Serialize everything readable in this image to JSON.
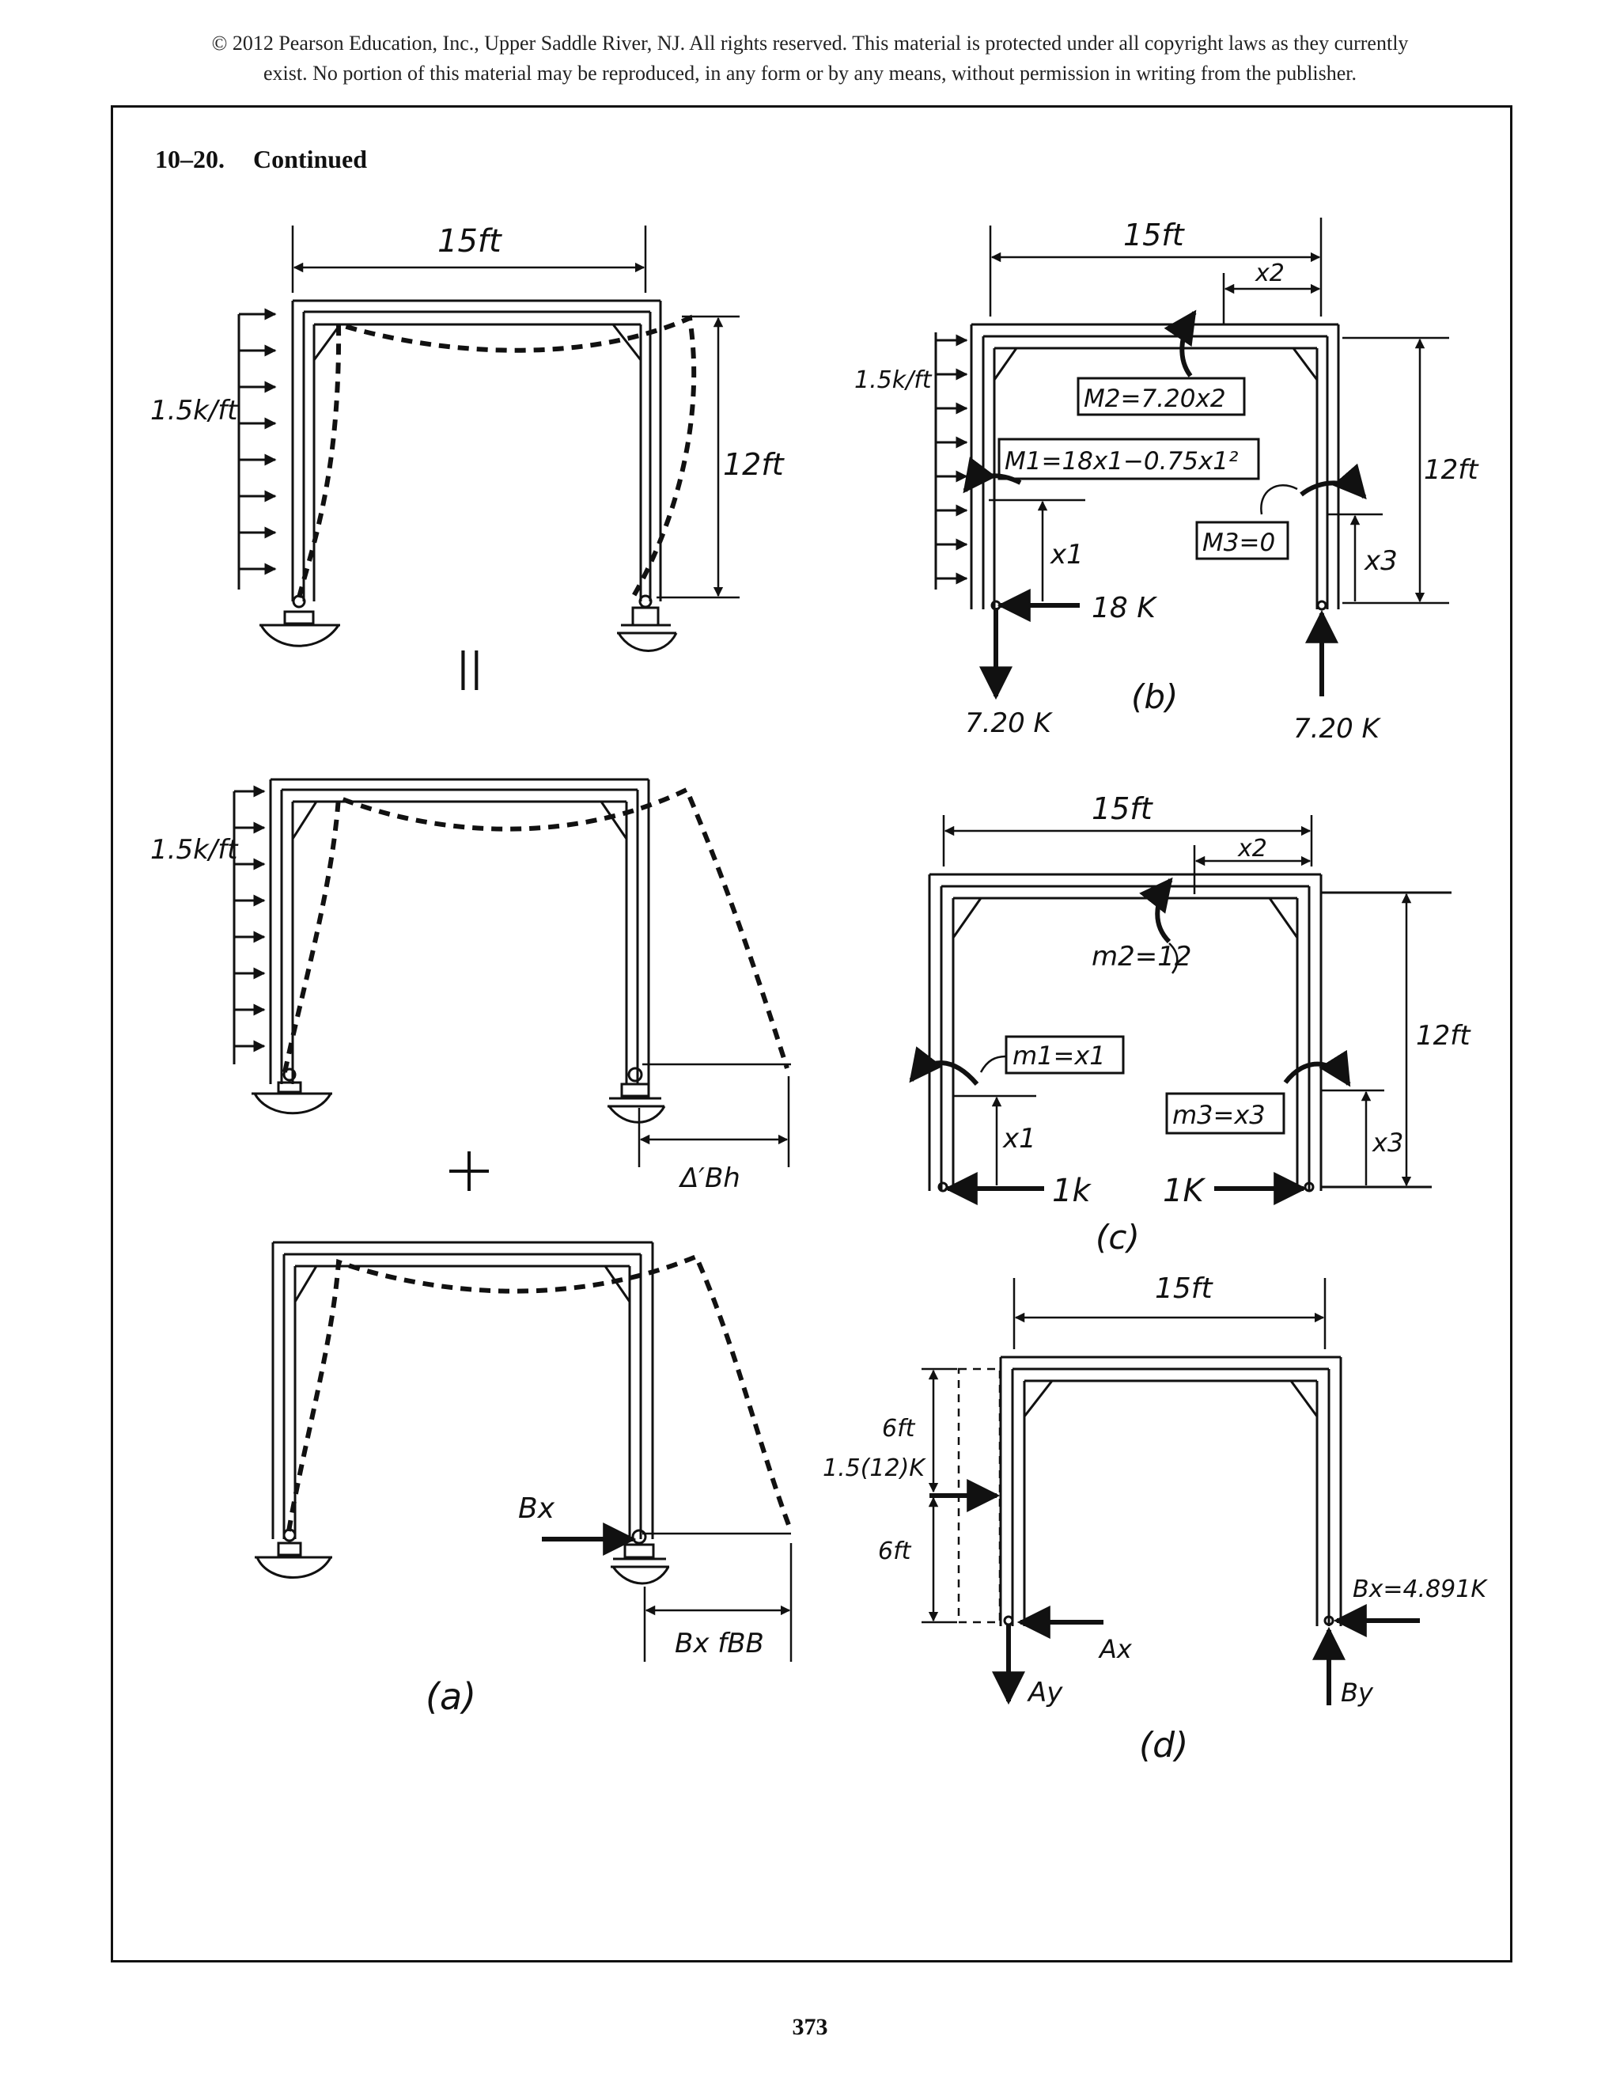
{
  "header": {
    "copyright_line1": "© 2012 Pearson Education, Inc., Upper Saddle River, NJ.  All rights reserved. This material is protected under all copyright laws as they currently",
    "copyright_line2": "exist. No portion of this material may be reproduced, in any form or by any means, without permission in writing from the publisher."
  },
  "problem": {
    "number": "10–20.",
    "status": "Continued"
  },
  "page_number": "373",
  "figures": {
    "frame1": {
      "span": "15ft",
      "height": "12ft",
      "load": "1.5k/ft"
    },
    "equals": "||",
    "frame2": {
      "load": "1.5k/ft",
      "delta": "Δ′Bh"
    },
    "plus": "+",
    "frame3": {
      "force": "Bx",
      "delta": "Bx fBB"
    },
    "caption_a": "(a)",
    "frame_b": {
      "span": "15ft",
      "height": "12ft",
      "load": "1.5k/ft",
      "x2": "x2",
      "m2": "M2=7.20x2",
      "m1": "M1=18x1−0.75x1²",
      "m3": "M3=0",
      "x1": "x1",
      "x3": "x3",
      "h": "18 K",
      "left_v": "7.20 K",
      "right_v": "7.20 K"
    },
    "caption_b": "(b)",
    "frame_c": {
      "span": "15ft",
      "height": "12ft",
      "x2": "x2",
      "m2": "m2=12",
      "m1": "m1=x1",
      "m3": "m3=x3",
      "x1": "x1",
      "x3": "x3",
      "left_h": "1k",
      "right_h": "1K"
    },
    "caption_c": "(c)",
    "frame_d": {
      "span": "15ft",
      "top_seg": "6ft",
      "load": "1.5(12)K",
      "bot_seg": "6ft",
      "bx": "Bx=4.891K",
      "ax": "Ax",
      "ay": "Ay",
      "by": "By"
    },
    "caption_d": "(d)"
  }
}
